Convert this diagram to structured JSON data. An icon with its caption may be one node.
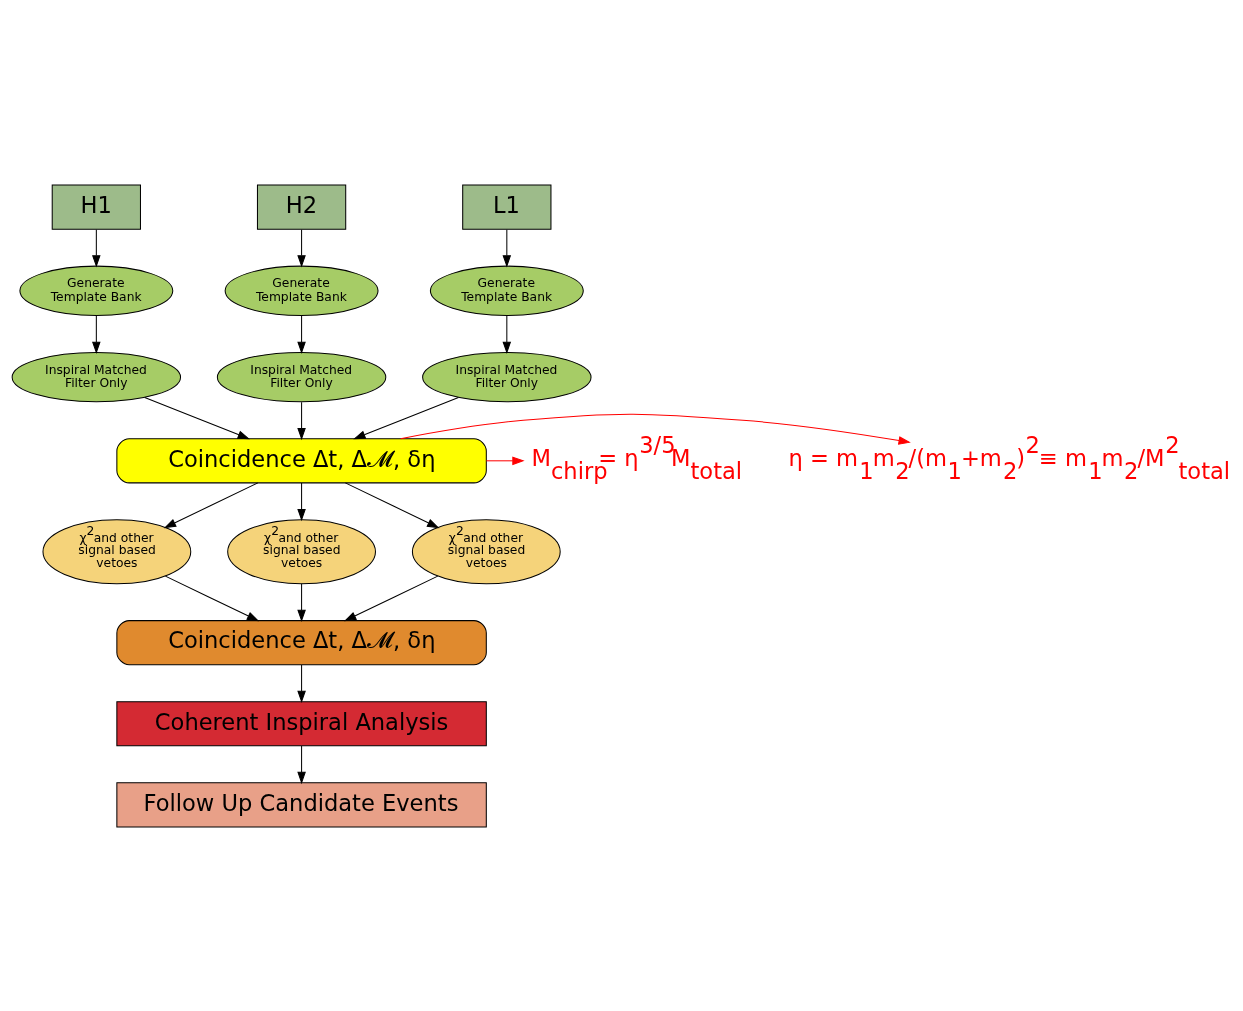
{
  "diagram": {
    "nodes": [
      {
        "text": [
          "H1"
        ]
      },
      {
        "text": [
          "H2"
        ]
      },
      {
        "text": [
          "L1"
        ]
      },
      {
        "text": [
          "Generate Template Bank"
        ]
      },
      {
        "text": [
          "Generate Template Bank"
        ]
      },
      {
        "text": [
          "Generate Template Bank"
        ]
      },
      {
        "text": [
          "Inspiral Matched Filter Only"
        ]
      },
      {
        "text": [
          "Inspiral Matched Filter Only"
        ]
      },
      {
        "text": [
          "Inspiral Matched Filter Only"
        ]
      },
      {
        "text": [
          "Coincidence Δt, Δ𝓜, δη"
        ]
      },
      {
        "text": [
          "χ$^{2}$and other signal based vetoes"
        ]
      },
      {
        "text": [
          "χ$^{2}$and other signal based vetoes"
        ]
      },
      {
        "text": [
          "χ$^{2}$and other signal based vetoes"
        ]
      },
      {
        "text": [
          "Coincidence Δt, Δ𝓜, δη"
        ]
      },
      {
        "text": [
          "Coherent Inspiral Analysis"
        ]
      },
      {
        "text": [
          "Follow Up Candidate Events"
        ]
      },
      {
        "text": [
          "η = m$_{1}$m$_{2}$/(m$_{1}$+m$_{2}$)$^{2}$≡ m$_{1}$m$_{2}$/M$^{2}$$_{total}$"
        ]
      },
      {
        "text": [
          "M$_{chirp}$= η$^{3/5}$M$_{total}$"
        ]
      }
    ],
    "edges": [
      {
        "from": 0,
        "to": 3,
        "arrow": "to"
      },
      {
        "from": 1,
        "to": 4,
        "arrow": "to"
      },
      {
        "from": 2,
        "to": 5,
        "arrow": "to"
      },
      {
        "from": 3,
        "to": 6,
        "arrow": "to"
      },
      {
        "from": 4,
        "to": 7,
        "arrow": "to"
      },
      {
        "from": 5,
        "to": 8,
        "arrow": "to"
      },
      {
        "from": 6,
        "to": 9,
        "arrow": "to"
      },
      {
        "from": 7,
        "to": 9,
        "arrow": "to"
      },
      {
        "from": 8,
        "to": 9,
        "arrow": "to"
      },
      {
        "from": 9,
        "to": 10,
        "arrow": "to"
      },
      {
        "from": 9,
        "to": 11,
        "arrow": "to"
      },
      {
        "from": 9,
        "to": 12,
        "arrow": "to"
      },
      {
        "from": 10,
        "to": 13,
        "arrow": "to"
      },
      {
        "from": 11,
        "to": 13,
        "arrow": "to"
      },
      {
        "from": 12,
        "to": 13,
        "arrow": "to"
      },
      {
        "from": 13,
        "to": 14,
        "arrow": "to"
      },
      {
        "from": 14,
        "to": 15,
        "arrow": "to"
      },
      {
        "from": 9,
        "to": 16,
        "arrow": "to",
        "color": "#ff0000"
      },
      {
        "from": 9,
        "to": 17,
        "arrow": "to",
        "color": "#ff0000"
      }
    ]
  }
}
